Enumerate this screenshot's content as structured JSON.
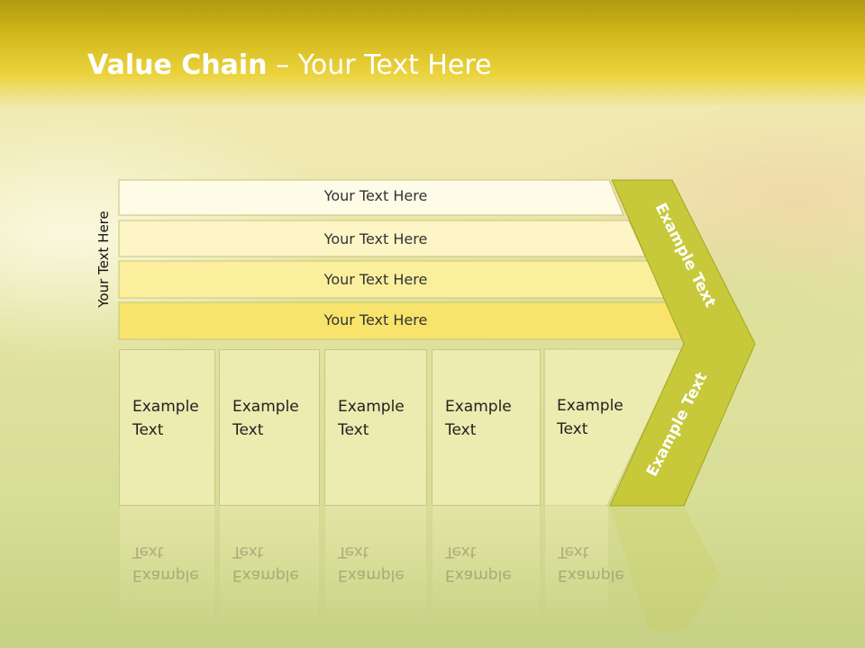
{
  "slide": {
    "title_bold": "Value Chain",
    "title_rest": " – Your Text Here",
    "side_label": "Your Text Here"
  },
  "bars": [
    {
      "label": "Your Text Here",
      "color": "#fefbe6"
    },
    {
      "label": "Your Text Here",
      "color": "#fdf5c6"
    },
    {
      "label": "Your Text Here",
      "color": "#fbef9e"
    },
    {
      "label": "Your Text Here",
      "color": "#f8e46c"
    }
  ],
  "boxes": [
    {
      "line1": "Example",
      "line2": "Text"
    },
    {
      "line1": "Example",
      "line2": "Text"
    },
    {
      "line1": "Example",
      "line2": "Text"
    },
    {
      "line1": "Example",
      "line2": "Text"
    },
    {
      "line1": "Example",
      "line2": "Text"
    }
  ],
  "chevron": {
    "upper_label": "Example Text",
    "lower_label": "Example Text",
    "color": "#c7c93a"
  }
}
